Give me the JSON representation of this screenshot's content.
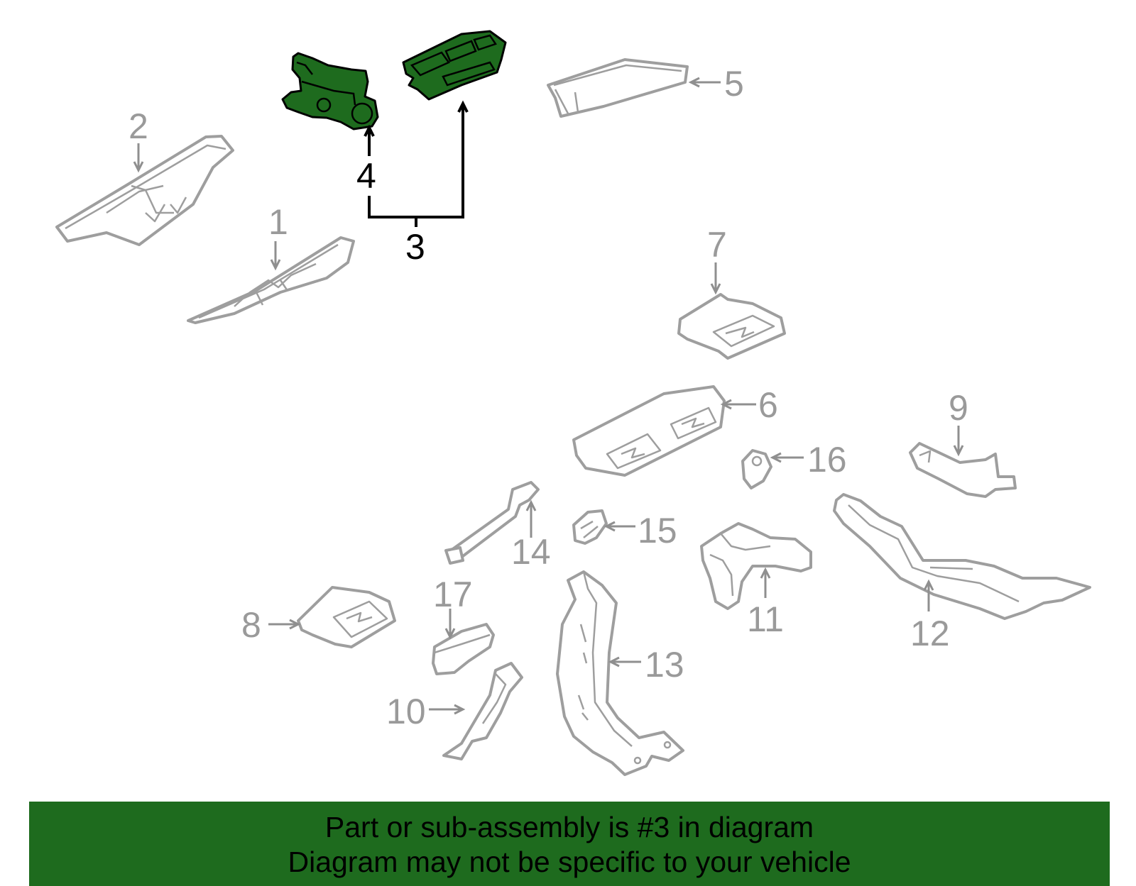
{
  "callouts": {
    "c1": "1",
    "c2": "2",
    "c3": "3",
    "c4": "4",
    "c5": "5",
    "c6": "6",
    "c7": "7",
    "c8": "8",
    "c9": "9",
    "c10": "10",
    "c11": "11",
    "c12": "12",
    "c13": "13",
    "c14": "14",
    "c15": "15",
    "c16": "16",
    "c17": "17"
  },
  "highlight": {
    "part_number": "3",
    "color": "#1e6b1e"
  },
  "colors": {
    "outline": "#9e9e9e",
    "callout_grey": "#9a9a9a",
    "banner_bg": "#1e6b1e"
  },
  "banner": {
    "line1": "Part or sub-assembly is #3 in diagram",
    "line2": "Diagram may not be specific to your vehicle"
  }
}
